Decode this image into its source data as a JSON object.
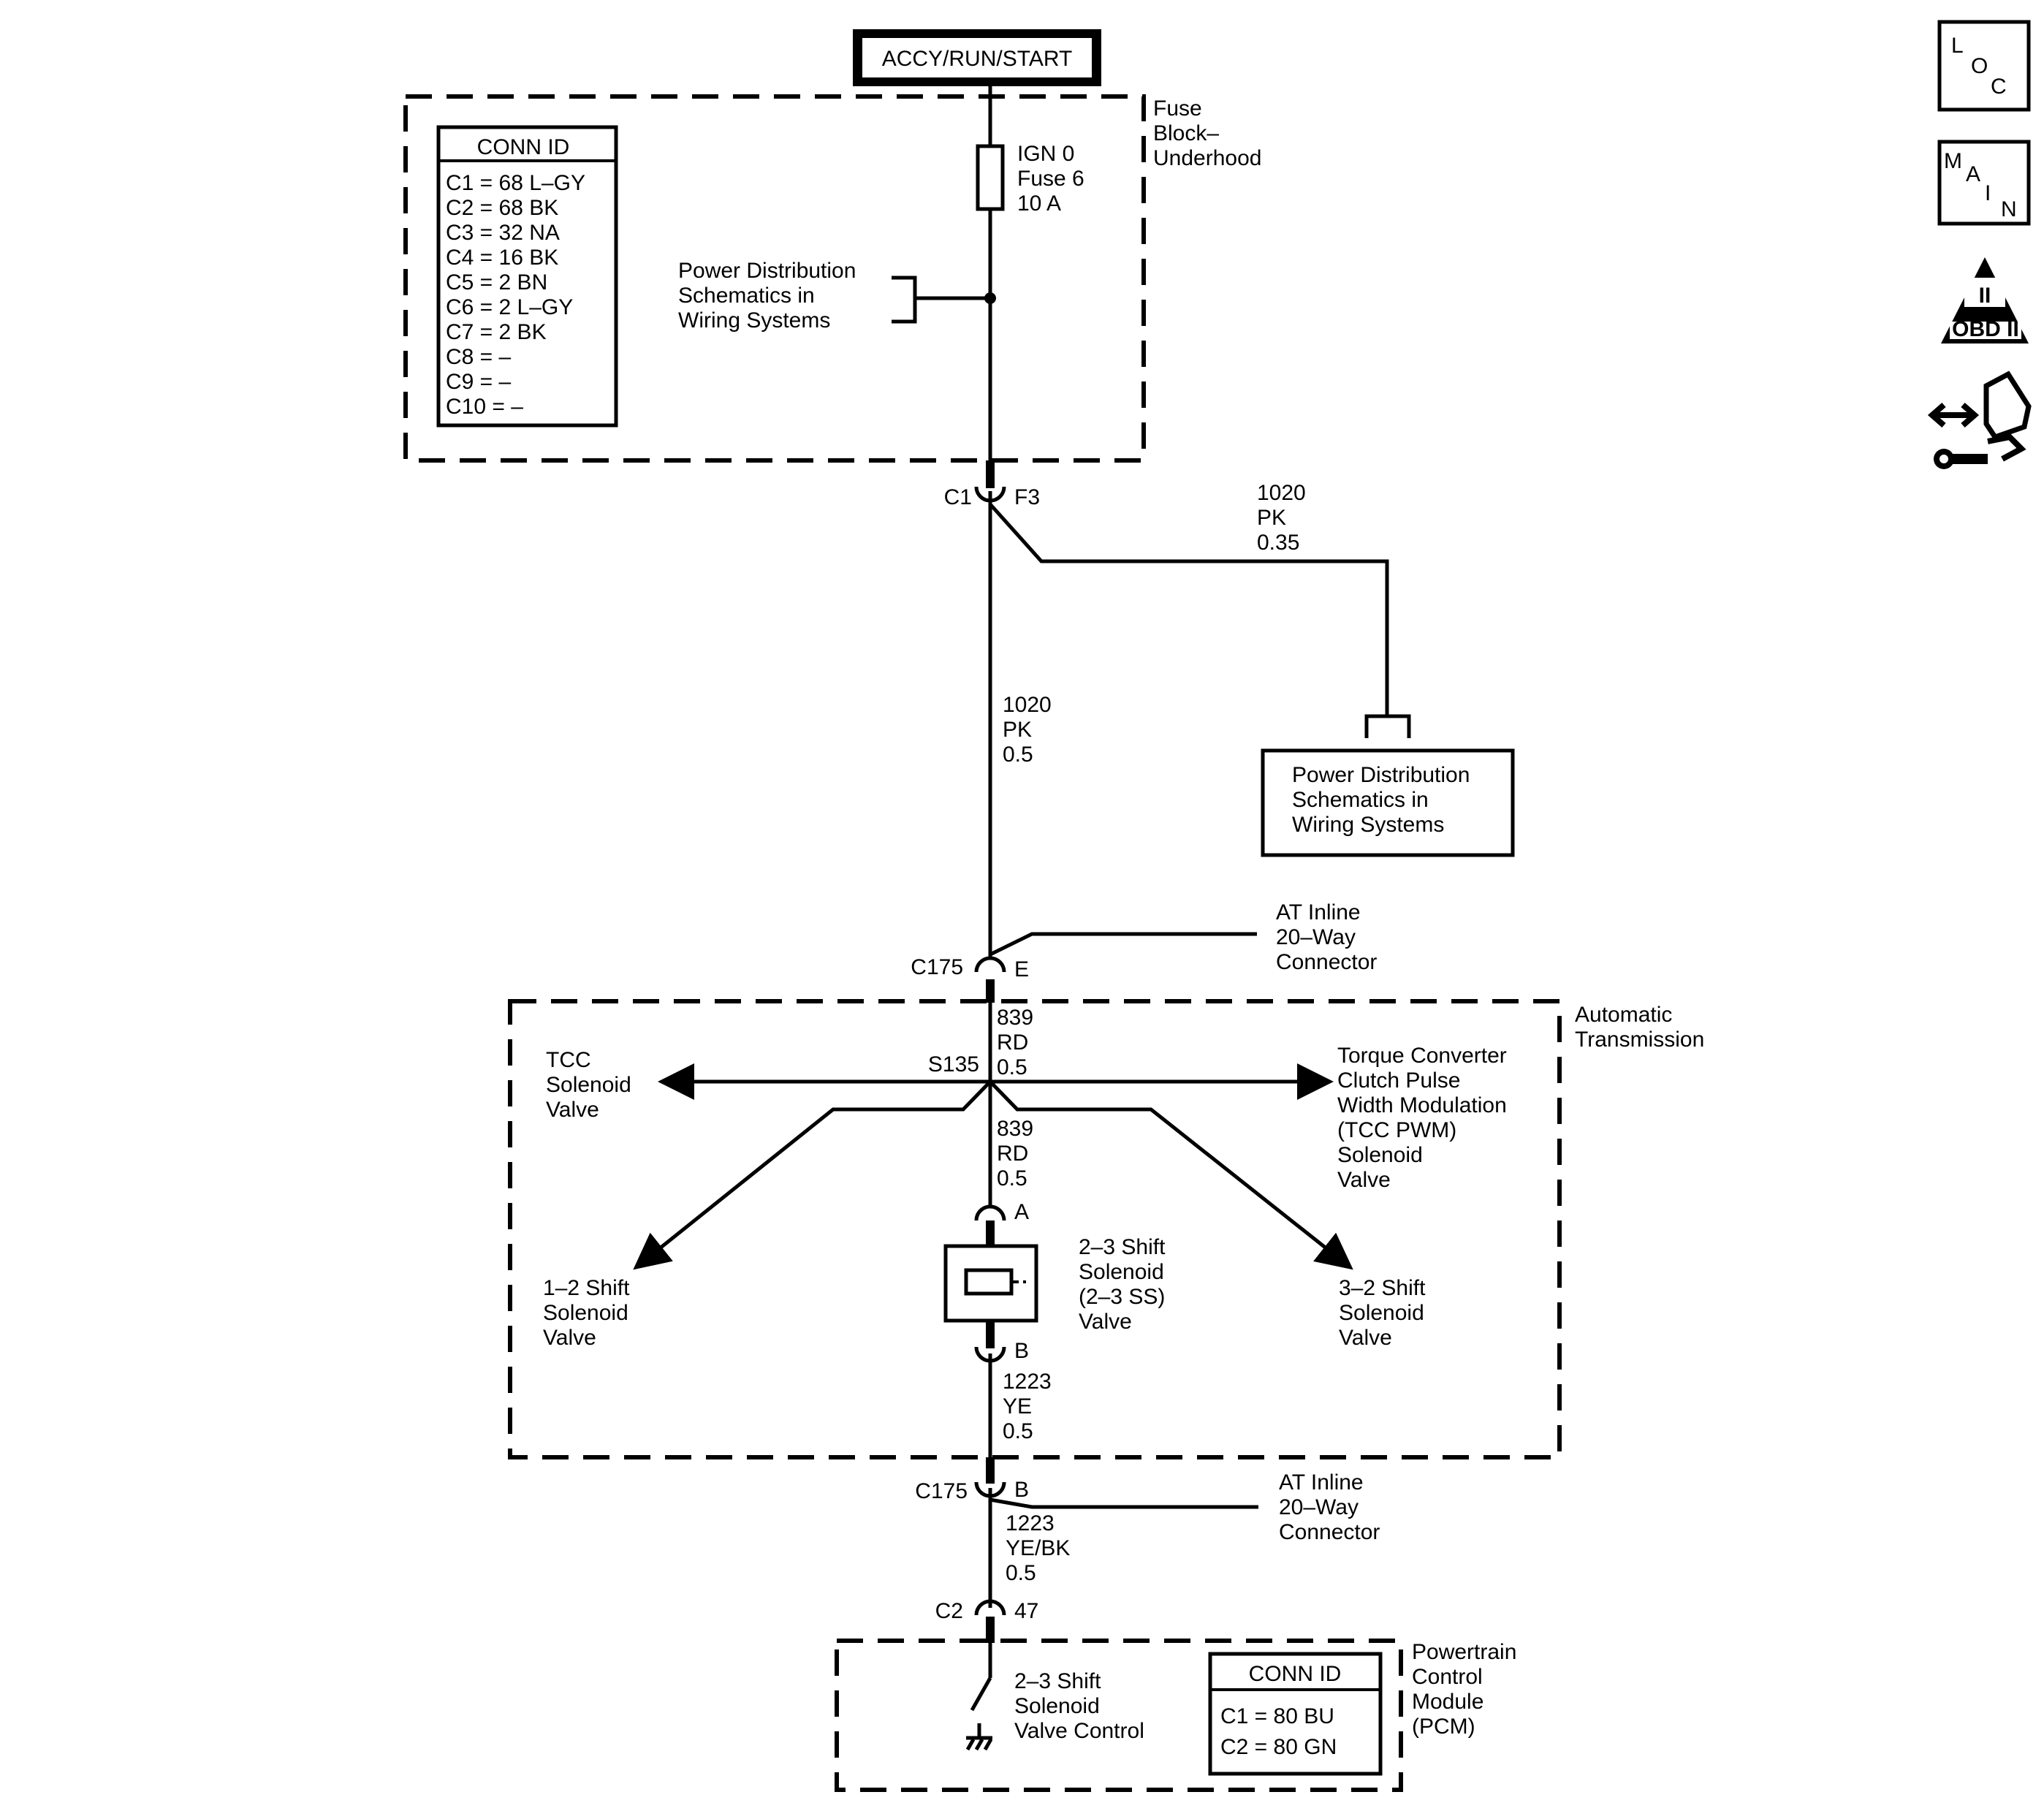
{
  "source_label": "ACCY/RUN/START",
  "fuse_block": {
    "name_lines": [
      "Fuse",
      "Block–",
      "Underhood"
    ],
    "conn_id_title": "CONN ID",
    "conn_id_rows": [
      "C1 = 68 L–GY",
      "C2 = 68 BK",
      "C3 = 32 NA",
      "C4 = 16 BK",
      "C5 = 2 BN",
      "C6 = 2 L–GY",
      "C7 = 2 BK",
      "C8 = –",
      "C9 = –",
      "C10 = –"
    ],
    "fuse_lines": [
      "IGN 0",
      "Fuse 6",
      "10 A"
    ],
    "power_dist_lines": [
      "Power Distribution",
      "Schematics in",
      "Wiring Systems"
    ]
  },
  "connector_c1": {
    "left": "C1",
    "right": "F3"
  },
  "branch_wire": [
    "1020",
    "PK",
    "0.35"
  ],
  "power_dist_box_lines": [
    "Power Distribution",
    "Schematics in",
    "Wiring Systems"
  ],
  "wire_1020": [
    "1020",
    "PK",
    "0.5"
  ],
  "connector_c175_top": {
    "left": "C175",
    "right": "E"
  },
  "at_inline_top": [
    "AT Inline",
    "20–Way",
    "Connector"
  ],
  "automatic_transmission": [
    "Automatic",
    "Transmission"
  ],
  "wire_839_upper": [
    "839",
    "RD",
    "0.5"
  ],
  "splice": "S135",
  "tcc_solenoid": [
    "TCC",
    "Solenoid",
    "Valve"
  ],
  "tcc_pwm": [
    "Torque Converter",
    "Clutch Pulse",
    "Width Modulation",
    "(TCC PWM)",
    "Solenoid",
    "Valve"
  ],
  "wire_839_lower": [
    "839",
    "RD",
    "0.5"
  ],
  "pin_a": "A",
  "pin_b": "B",
  "shift_12": [
    "1–2 Shift",
    "Solenoid",
    "Valve"
  ],
  "shift_23": [
    "2–3 Shift",
    "Solenoid",
    "(2–3 SS)",
    "Valve"
  ],
  "shift_32": [
    "3–2 Shift",
    "Solenoid",
    "Valve"
  ],
  "wire_1223": [
    "1223",
    "YE",
    "0.5"
  ],
  "connector_c175_bottom": {
    "left": "C175",
    "right": "B"
  },
  "at_inline_bottom": [
    "AT Inline",
    "20–Way",
    "Connector"
  ],
  "wire_1223_bk": [
    "1223",
    "YE/BK",
    "0.5"
  ],
  "connector_c2": {
    "left": "C2",
    "right": "47"
  },
  "pcm": {
    "name_lines": [
      "Powertrain",
      "Control",
      "Module",
      "(PCM)"
    ],
    "control_lines": [
      "2–3 Shift",
      "Solenoid",
      "Valve Control"
    ],
    "conn_id_title": "CONN ID",
    "conn_id_rows": [
      "C1  =  80 BU",
      "C2  =  80 GN"
    ]
  },
  "side_icons": {
    "loc": [
      "L",
      "O",
      "C"
    ],
    "main": [
      "M",
      "A",
      "I",
      "N"
    ],
    "obd_numeral": "II",
    "obd_label": "OBD II",
    "icons": [
      "loc-icon",
      "main-icon",
      "obd-ii-icon",
      "connector-repair-icon"
    ]
  }
}
